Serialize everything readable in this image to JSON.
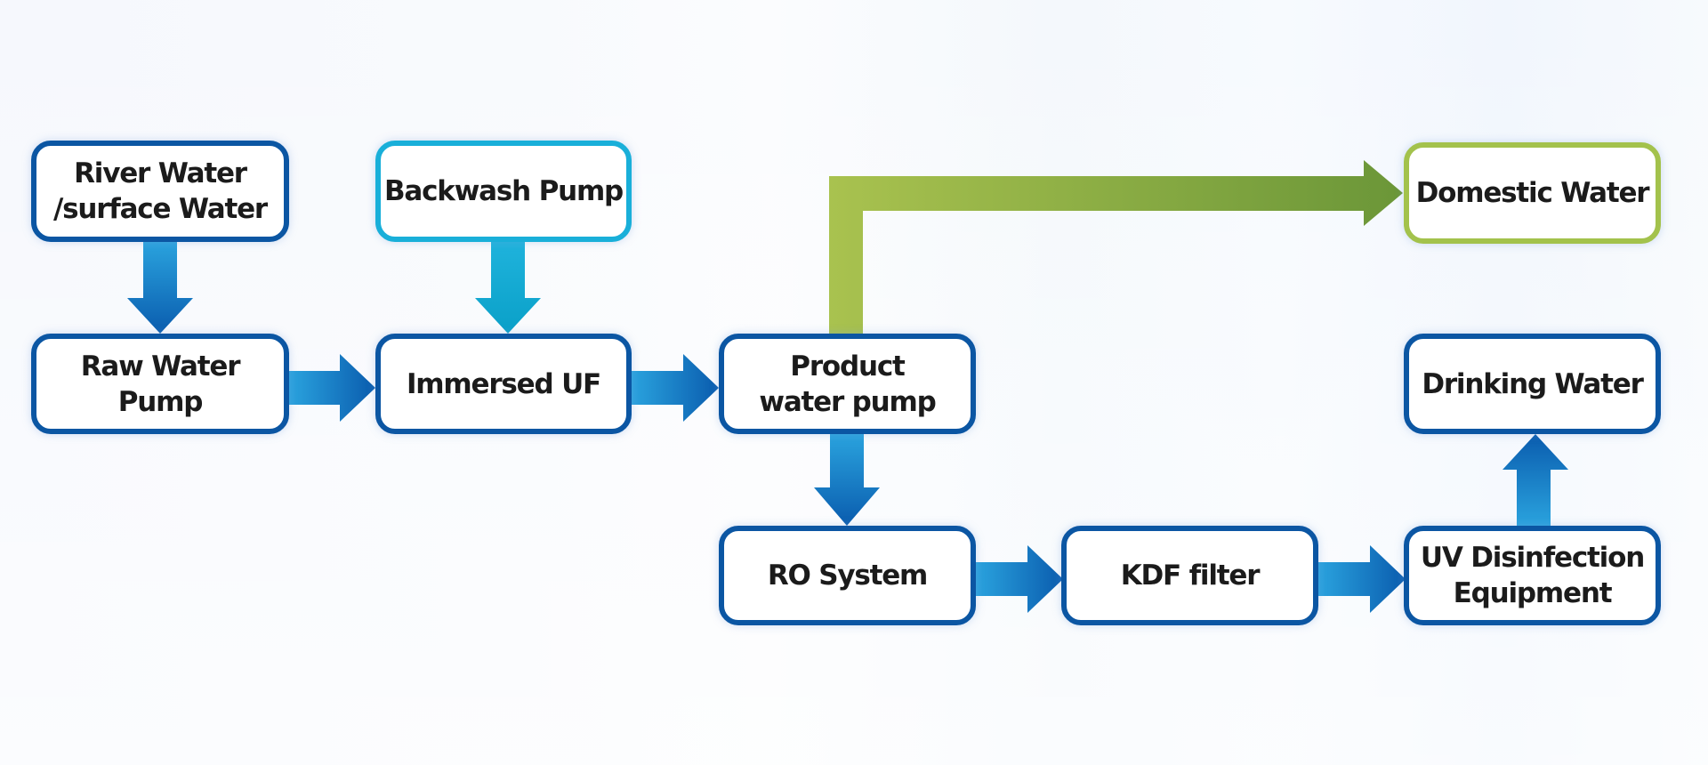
{
  "diagram": {
    "type": "process-flowchart",
    "nodes": [
      {
        "id": "river",
        "label": "River Water\n/surface Water",
        "style": "blue"
      },
      {
        "id": "backwash",
        "label": "Backwash Pump",
        "style": "cyan"
      },
      {
        "id": "domestic",
        "label": "Domestic Water",
        "style": "green"
      },
      {
        "id": "raw_pump",
        "label": "Raw Water Pump",
        "style": "blue"
      },
      {
        "id": "uf",
        "label": "Immersed UF",
        "style": "blue"
      },
      {
        "id": "product_pump",
        "label": "Product\nwater pump",
        "style": "blue"
      },
      {
        "id": "drinking",
        "label": "Drinking Water",
        "style": "blue"
      },
      {
        "id": "ro",
        "label": "RO System",
        "style": "blue"
      },
      {
        "id": "kdf",
        "label": "KDF filter",
        "style": "blue"
      },
      {
        "id": "uv",
        "label": "UV Disinfection\nEquipment",
        "style": "blue"
      }
    ],
    "edges": [
      {
        "from": "river",
        "to": "raw_pump",
        "color": "blue"
      },
      {
        "from": "backwash",
        "to": "uf",
        "color": "cyan"
      },
      {
        "from": "raw_pump",
        "to": "uf",
        "color": "blue"
      },
      {
        "from": "uf",
        "to": "product_pump",
        "color": "blue"
      },
      {
        "from": "product_pump",
        "to": "domestic",
        "color": "green"
      },
      {
        "from": "product_pump",
        "to": "ro",
        "color": "blue"
      },
      {
        "from": "ro",
        "to": "kdf",
        "color": "blue"
      },
      {
        "from": "kdf",
        "to": "uv",
        "color": "blue"
      },
      {
        "from": "uv",
        "to": "drinking",
        "color": "blue"
      }
    ],
    "colors": {
      "node_border_blue": "#0b56a3",
      "node_border_cyan": "#19afd9",
      "node_border_green": "#a3c24c",
      "arrow_blue_light": "#2aa3de",
      "arrow_blue_dark": "#0a5cae",
      "arrow_cyan_light": "#1fb3dc",
      "arrow_cyan_dark": "#0aa0c8",
      "arrow_green_light": "#a9c24f",
      "arrow_green_dark": "#6b9638"
    }
  }
}
